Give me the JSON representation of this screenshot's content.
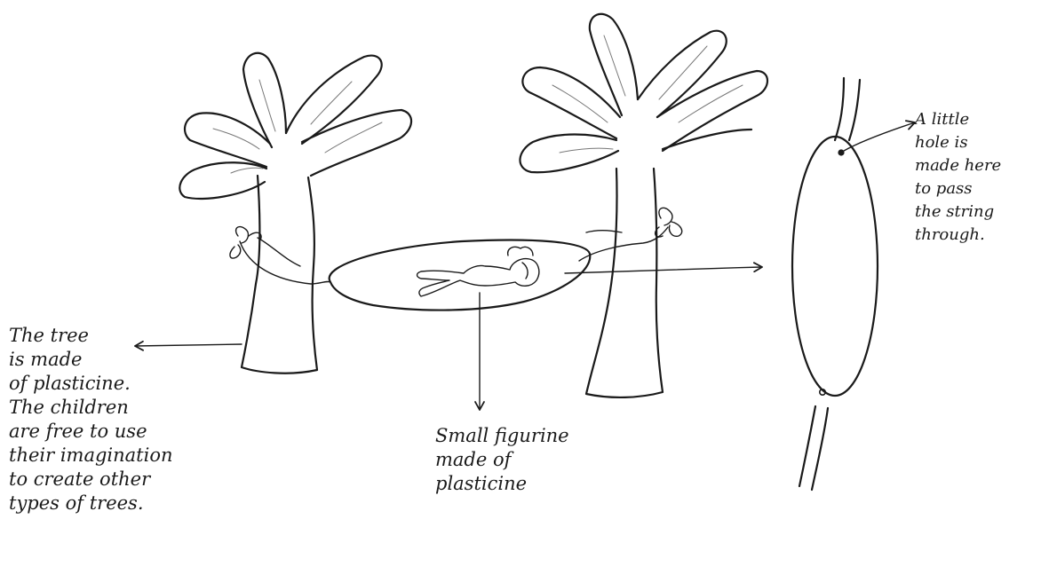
{
  "annotations": {
    "tree": {
      "lines": [
        "The tree",
        "is made",
        "of plasticine.",
        "The children",
        "are free to use",
        "their imagination",
        "to create other",
        "types of trees."
      ]
    },
    "figurine": {
      "lines": [
        "Small figurine",
        "made of",
        "plasticine"
      ]
    },
    "hole": {
      "lines": [
        "A little",
        "hole is",
        "made here",
        "to pass",
        "the string",
        "through."
      ]
    }
  },
  "colors": {
    "ink": "#1a1a1a",
    "paper": "#ffffff"
  }
}
